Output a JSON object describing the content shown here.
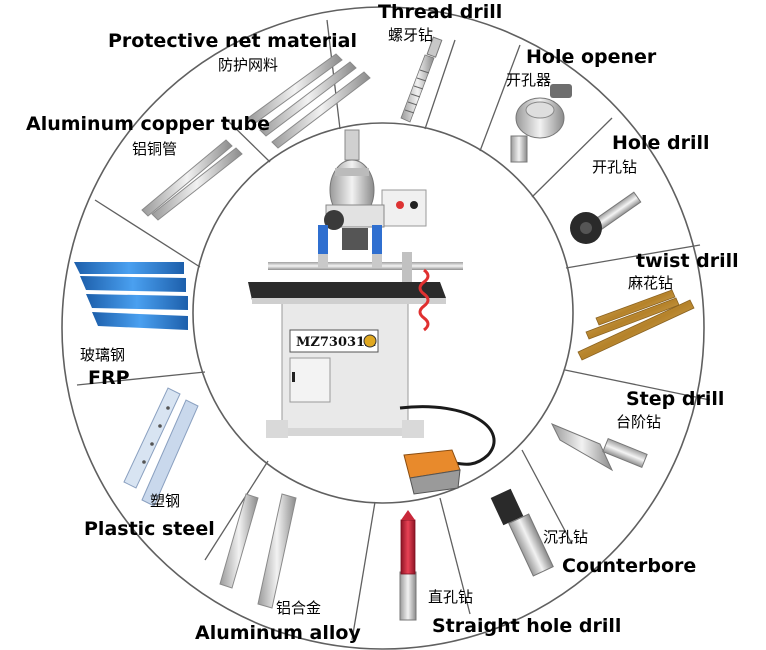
{
  "center": {
    "model_label": "MZ73031A"
  },
  "segments": [
    {
      "key": "thread-drill",
      "en": "Thread drill",
      "cn": "螺牙钻"
    },
    {
      "key": "hole-opener",
      "en": "Hole opener",
      "cn": "开孔器"
    },
    {
      "key": "hole-drill",
      "en": "Hole drill",
      "cn": "开孔钻"
    },
    {
      "key": "twist-drill",
      "en": "twist drill",
      "cn": "麻花钻"
    },
    {
      "key": "step-drill",
      "en": "Step drill",
      "cn": "台阶钻"
    },
    {
      "key": "counterbore",
      "en": "Counterbore",
      "cn": "沉孔钻"
    },
    {
      "key": "straight-hole-drill",
      "en": "Straight hole drill",
      "cn": "直孔钻"
    },
    {
      "key": "aluminum-alloy",
      "en": "Aluminum alloy",
      "cn": "铝合金"
    },
    {
      "key": "plastic-steel",
      "en": "Plastic steel",
      "cn": "塑钢"
    },
    {
      "key": "frp",
      "en": "FRP",
      "cn": "玻璃钢"
    },
    {
      "key": "aluminum-copper-tube",
      "en": "Aluminum copper tube",
      "cn": "铝铜管"
    },
    {
      "key": "protective-net-material",
      "en": "Protective net material",
      "cn": "防护网料"
    }
  ],
  "colors": {
    "ring": "#606060",
    "machine_body": "#e9e9e9",
    "table_top": "#2b2b2b",
    "frp_blue": "#2f7fd1",
    "drill_red": "#c8283a",
    "gold": "#c89a3c",
    "pedal": "#e88a2c",
    "spiral_hose": "#e03030"
  }
}
